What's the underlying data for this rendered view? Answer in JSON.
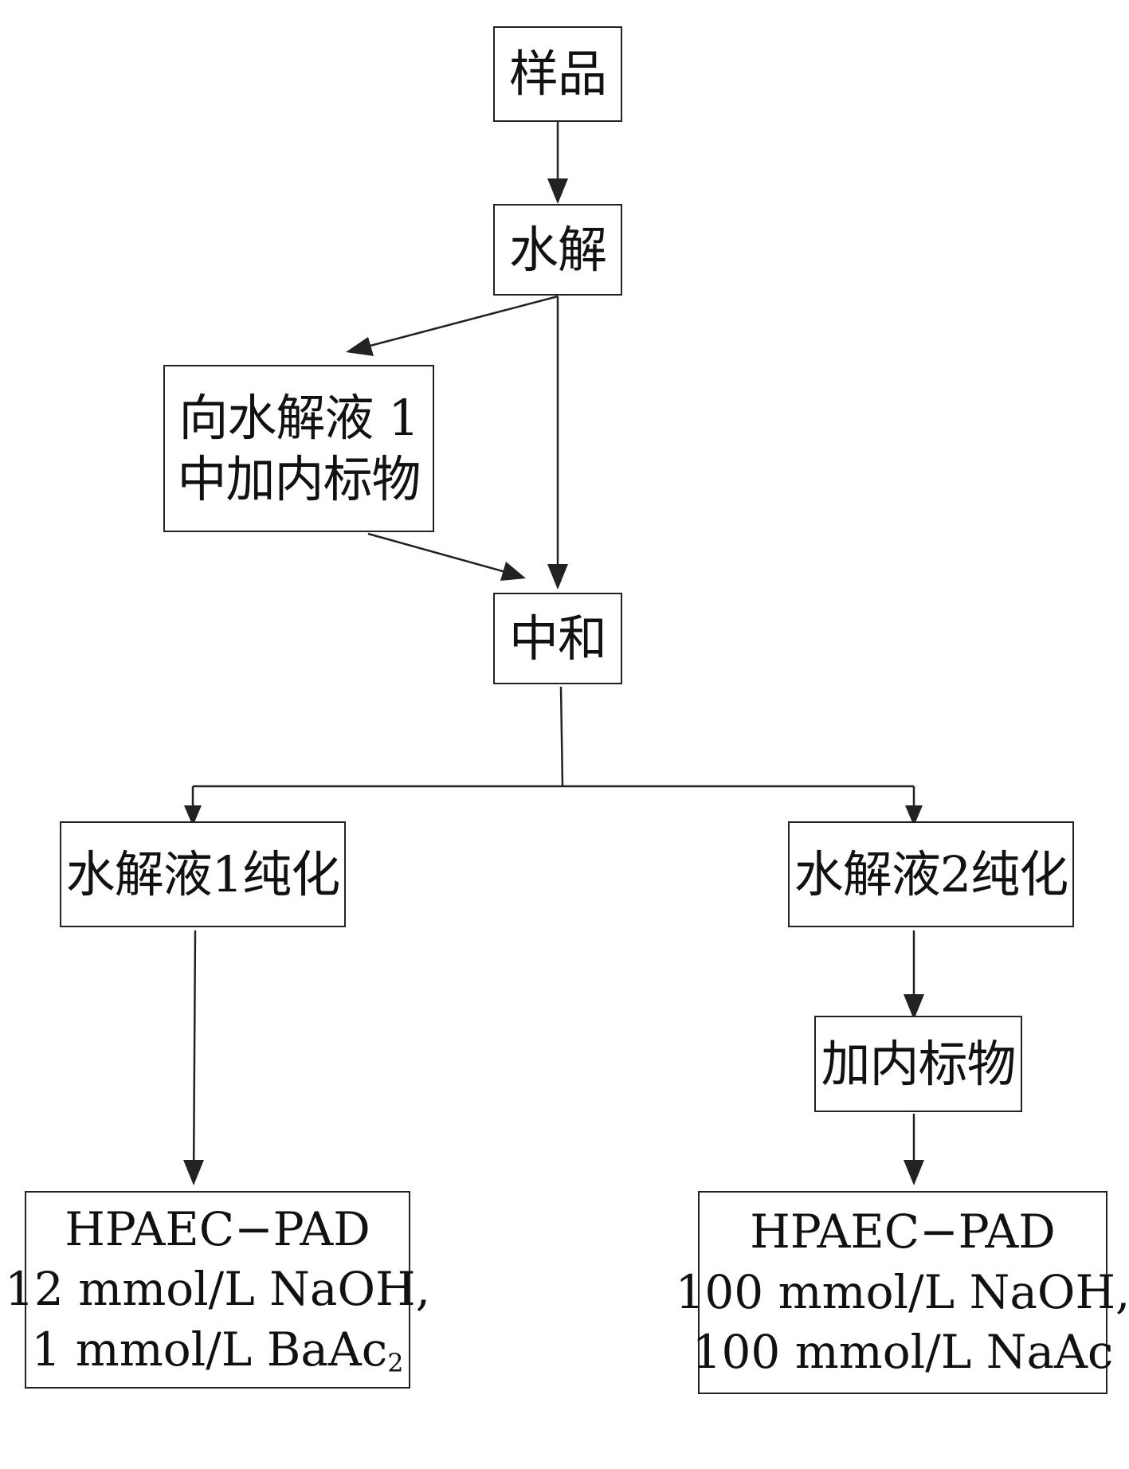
{
  "nodes": {
    "sample": "样品",
    "hydrolysis": "水解",
    "add_is_1": {
      "line1": "向水解液 1",
      "line2": "中加内标物"
    },
    "neutralize": "中和",
    "purify_1": "水解液1纯化",
    "purify_2": "水解液2纯化",
    "add_is_2": "加内标物",
    "method_1": {
      "line1": "HPAEC−PAD",
      "line2": "12 mmol/L NaOH,",
      "line3_main": "1 mmol/L BaAc",
      "line3_sub": "2"
    },
    "method_2": {
      "line1": "HPAEC−PAD",
      "line2": "100 mmol/L NaOH,",
      "line3": "100 mmol/L NaAc"
    }
  },
  "colors": {
    "stroke": "#222222",
    "text": "#111111",
    "background": "#ffffff"
  }
}
